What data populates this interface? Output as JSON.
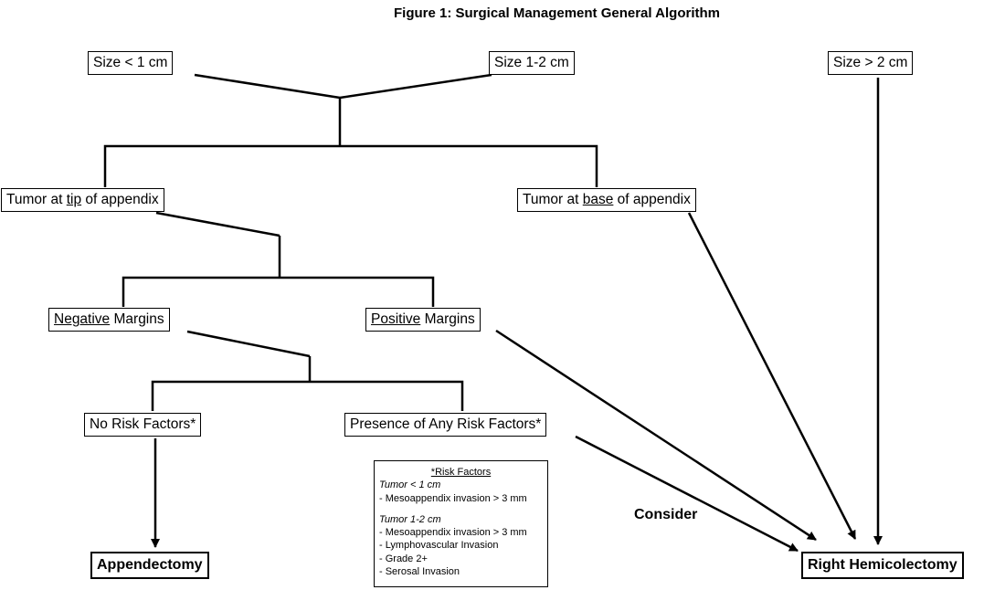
{
  "title": "Figure 1: Surgical Management General Algorithm",
  "nodes": {
    "size_lt1": "Size < 1 cm",
    "size_1_2": "Size 1-2 cm",
    "size_gt2": "Size > 2 cm",
    "tip": {
      "pre": "Tumor at ",
      "u": "tip",
      "post": " of appendix"
    },
    "base": {
      "pre": "Tumor at ",
      "u": "base",
      "post": " of appendix"
    },
    "neg": {
      "u": "Negative",
      "post": " Margins"
    },
    "pos": {
      "u": "Positive",
      "post": " Margins"
    },
    "no_risk": "No Risk Factors*",
    "any_risk": "Presence of Any Risk Factors*",
    "appendectomy": "Appendectomy",
    "hemicolectomy": "Right Hemicolectomy"
  },
  "risk_box": {
    "header": "*Risk Factors",
    "group1": {
      "title": "Tumor < 1 cm",
      "items": [
        "- Mesoappendix invasion > 3 mm"
      ]
    },
    "group2": {
      "title": "Tumor 1-2 cm",
      "items": [
        "- Mesoappendix invasion > 3 mm",
        "- Lymphovascular Invasion",
        "- Grade 2+",
        "- Serosal Invasion"
      ]
    }
  },
  "consider_label": "Consider"
}
